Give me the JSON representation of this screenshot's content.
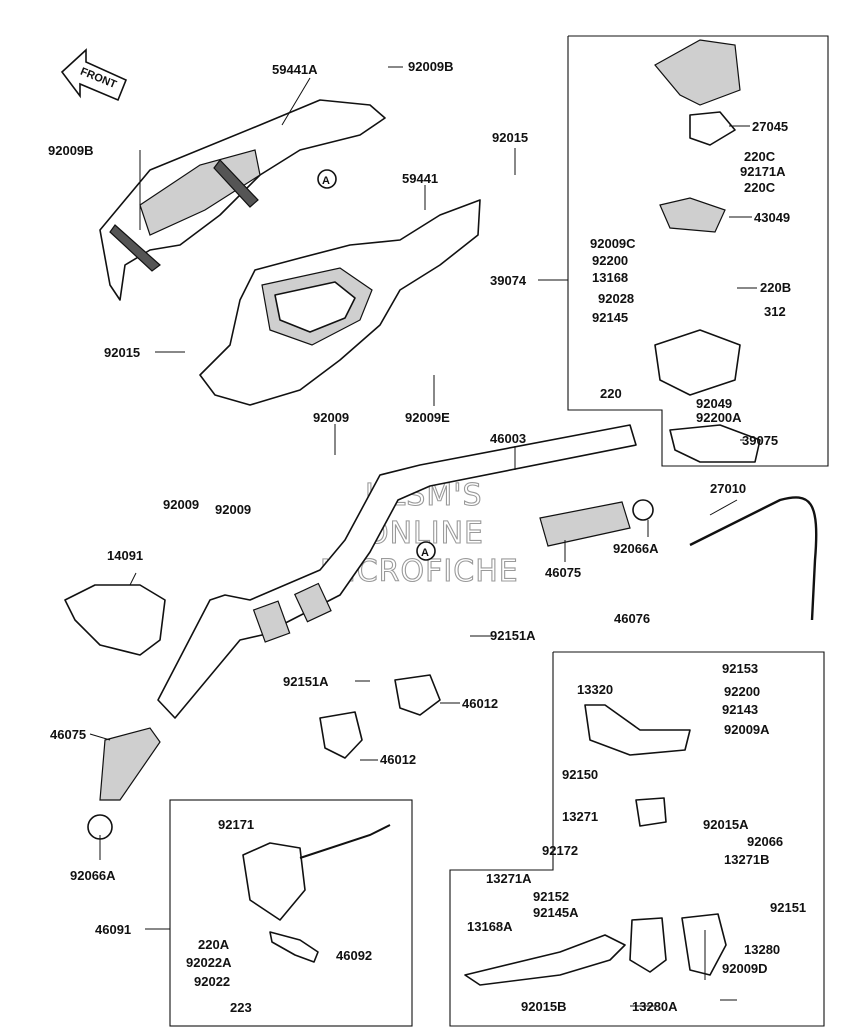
{
  "watermark": [
    "HLSM'S",
    "ONLINE",
    "MICROFICHE"
  ],
  "front_label": "FRONT",
  "callouts": [
    "A",
    "A"
  ],
  "labels": {
    "l59441A": "59441A",
    "l92009B_top": "92009B",
    "l92009B_left": "92009B",
    "l92015_top": "92015",
    "l59441": "59441",
    "l92015_left": "92015",
    "l92009": "92009",
    "l92009E": "92009E",
    "l46003": "46003",
    "l92009_a": "92009",
    "l92009_b": "92009",
    "l14091": "14091",
    "l46075_r": "46075",
    "l92066A_r": "92066A",
    "l27010": "27010",
    "l46075_l": "46075",
    "l92066A_l": "92066A",
    "l92151A_a": "92151A",
    "l92151A_b": "92151A",
    "l46012_a": "46012",
    "l46012_b": "46012",
    "l27045": "27045",
    "l220C_a": "220C",
    "l92171A": "92171A",
    "l220C_b": "220C",
    "l43049": "43049",
    "l39074": "39074",
    "l92009C": "92009C",
    "l92200_a": "92200",
    "l13168": "13168",
    "l220B": "220B",
    "l92028": "92028",
    "l312": "312",
    "l92145": "92145",
    "l220": "220",
    "l92049": "92049",
    "l92200A": "92200A",
    "l39075": "39075",
    "l46076": "46076",
    "l92153": "92153",
    "l13320": "13320",
    "l92200_b": "92200",
    "l92143": "92143",
    "l92009A": "92009A",
    "l92150": "92150",
    "l13271": "13271",
    "l92015A": "92015A",
    "l92066": "92066",
    "l92172": "92172",
    "l13271B": "13271B",
    "l13271A": "13271A",
    "l92152": "92152",
    "l92145A": "92145A",
    "l92151": "92151",
    "l13168A": "13168A",
    "l13280": "13280",
    "l92009D": "92009D",
    "l92015B": "92015B",
    "l13280A": "13280A",
    "l92171": "92171",
    "l46091": "46091",
    "l220A": "220A",
    "l46092": "46092",
    "l92022A": "92022A",
    "l92022": "92022",
    "l223": "223"
  }
}
